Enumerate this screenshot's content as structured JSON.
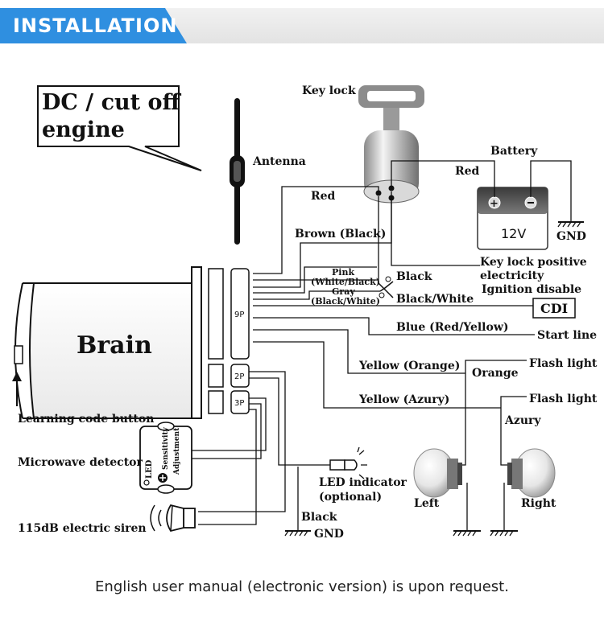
{
  "header": {
    "title": "INSTALLATION"
  },
  "callout": {
    "line1": "DC / cut off",
    "line2": "engine"
  },
  "labels": {
    "key_lock": "Key lock",
    "antenna": "Antenna",
    "battery": "Battery",
    "battery_voltage": "12V",
    "red_battery": "Red",
    "red_key": "Red",
    "gnd_battery": "GND",
    "brown_black": "Brown (Black)",
    "pink_line1": "Pink",
    "pink_line2": "(White/Black)",
    "gray_line1": "Gray",
    "gray_line2": "(Black/White)",
    "black_key": "Black",
    "black_white": "Black/White",
    "key_lock_positive_1": "Key lock positive",
    "key_lock_positive_2": "electricity",
    "ignition_disable": "Ignition disable",
    "cdi": "CDI",
    "blue_red_yellow": "Blue (Red/Yellow)",
    "start_line": "Start line",
    "brain": "Brain",
    "port_9p": "9P",
    "port_2p": "2P",
    "port_3p": "3P",
    "yellow_orange": "Yellow (Orange)",
    "orange": "Orange",
    "flash_light_1": "Flash light",
    "yellow_azury": "Yellow (Azury)",
    "flash_light_2": "Flash light",
    "azury": "Azury",
    "learning_code_button": "Learning code button",
    "microwave_detector": "Microwave detector",
    "led_small": "LED",
    "sensitivity": "Sensitivity",
    "adjustment": "Adjustment",
    "led_indicator_1": "LED indicator",
    "led_indicator_2": "(optional)",
    "left": "Left",
    "right": "Right",
    "siren": "115dB electric siren",
    "black_gnd": "Black",
    "gnd_bottom": "GND"
  },
  "footer": {
    "note": "English user manual (electronic version) is upon request."
  }
}
